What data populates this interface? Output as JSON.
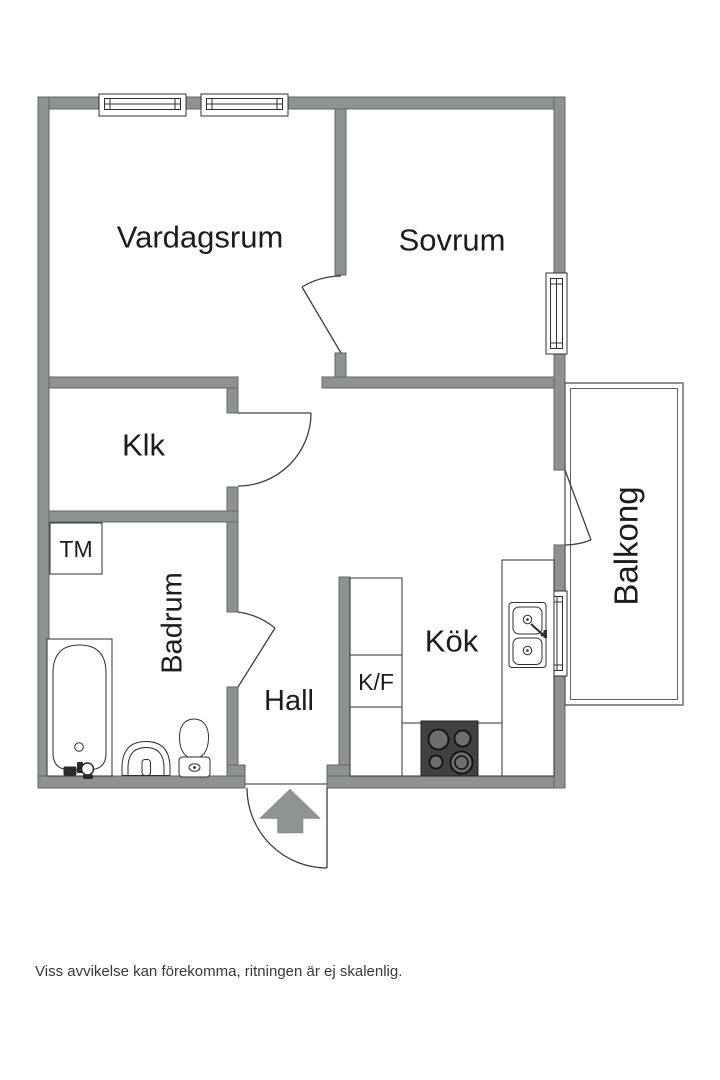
{
  "rooms": {
    "vardagsrum": "Vardagsrum",
    "sovrum": "Sovrum",
    "klk": "Klk",
    "tm": "TM",
    "badrum": "Badrum",
    "hall": "Hall",
    "kok": "Kök",
    "kf": "K/F",
    "balkong": "Balkong"
  },
  "disclaimer": "Viss avvikelse kan förekomma, ritningen är ej skalenlig.",
  "colors": {
    "wall": "#8e9292",
    "wall_outline": "#626767",
    "line": "#2f2f2f",
    "stove": "#414141",
    "burner": "#6e6e6e",
    "arrow": "#8e9494",
    "text": "#1c1c1c",
    "background": "#ffffff"
  },
  "fixtures": [
    "bathtub",
    "washing-machine",
    "bathroom-sink",
    "toilet",
    "stove",
    "kitchen-sink",
    "fridge-freezer",
    "entrance-arrow",
    "window",
    "door"
  ]
}
